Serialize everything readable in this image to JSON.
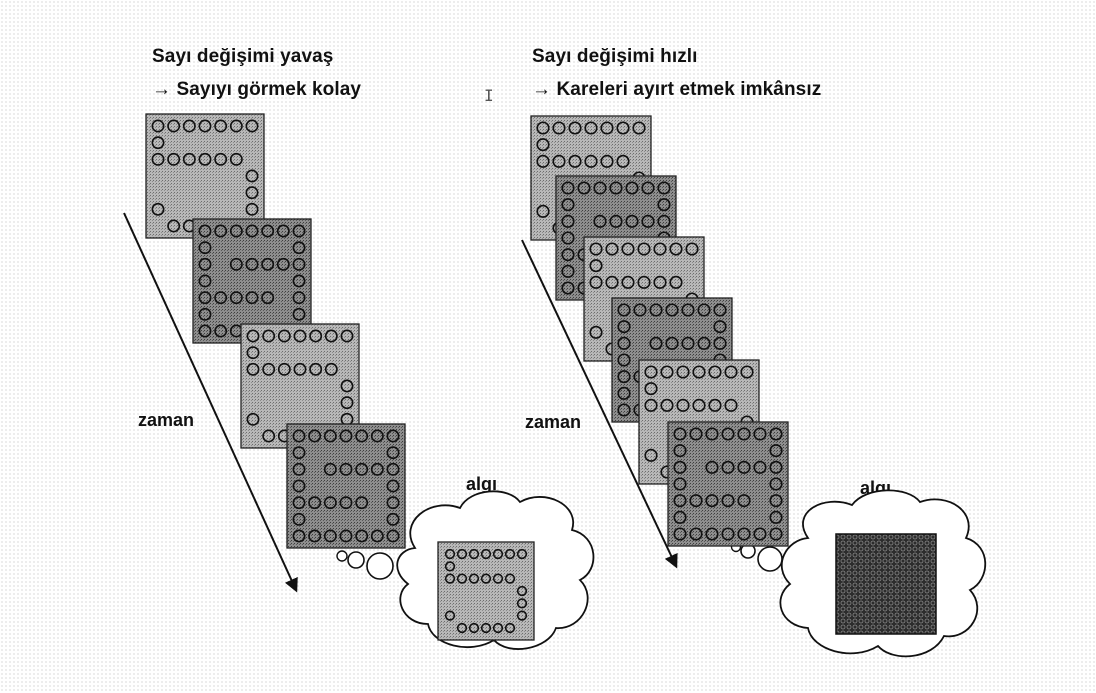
{
  "left": {
    "title_line1": "Sayı değişimi yavaş",
    "title_line2": "→ Sayıyı görmek kolay",
    "time_label": "zaman",
    "perception_label": "algı"
  },
  "right": {
    "title_line1": "Sayı değişimi hızlı",
    "title_line2": "→ Kareleri ayırt etmek imkânsız",
    "time_label": "zaman",
    "perception_label": "algı"
  },
  "colors": {
    "frame_fill": "#b4b4b4",
    "frame_dark_fill": "#8a8a8a",
    "circle_stroke": "#111111",
    "arrow": "#111111",
    "cloud_fill": "#ffffff",
    "merged_fill": "#2a2a2a"
  }
}
